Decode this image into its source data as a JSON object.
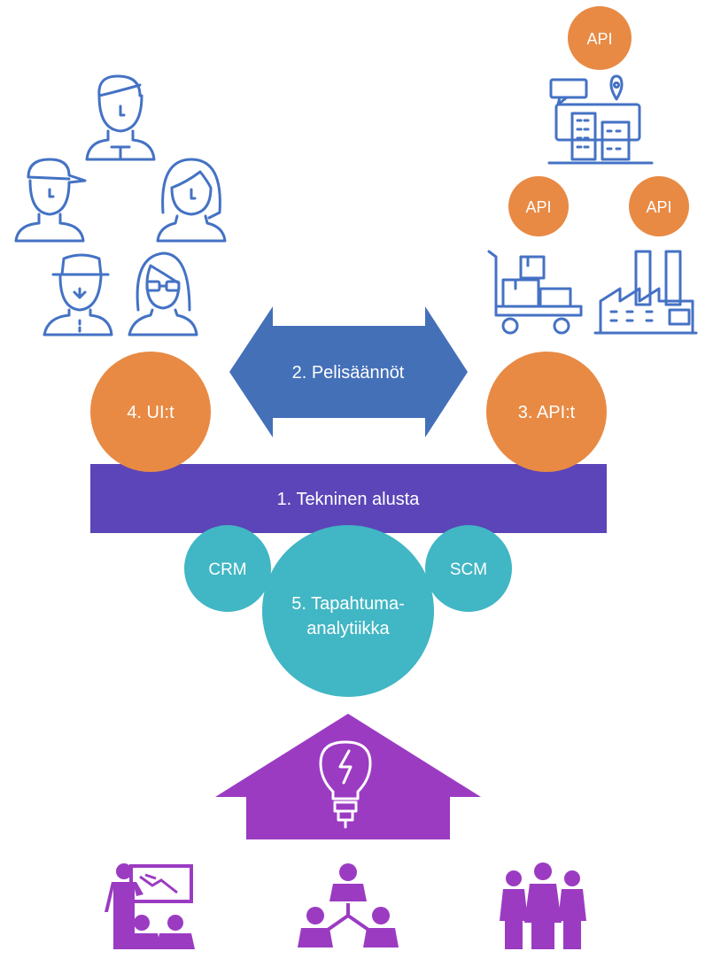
{
  "colors": {
    "orange": "#e88a44",
    "blue_arrow": "#4470b8",
    "indigo_bar": "#5b45b8",
    "teal": "#41b6c4",
    "purple": "#9b3bc2",
    "icon_outline": "#4472c4",
    "label_text": "#ffffff"
  },
  "platform": {
    "label": "1. Tekninen alusta"
  },
  "rules_arrow": {
    "label": "2. Pelisäännöt"
  },
  "apis_circle": {
    "label": "3. API:t"
  },
  "uis_circle": {
    "label": "4. UI:t"
  },
  "analytics": {
    "line1": "5. Tapahtuma-",
    "line2": "analytiikka"
  },
  "crm_circle": {
    "label": "CRM"
  },
  "scm_circle": {
    "label": "SCM"
  },
  "api_badges": [
    {
      "label": "API"
    },
    {
      "label": "API"
    },
    {
      "label": "API"
    }
  ],
  "icons": {
    "users": [
      "man-icon",
      "cap-boy-icon",
      "woman-icon",
      "hat-man-icon",
      "glasses-woman-icon"
    ],
    "systems": [
      "city-location-icon",
      "trolley-boxes-icon",
      "factory-icon"
    ],
    "house": "lightbulb-house-icon",
    "people": [
      "presentation-team-icon",
      "org-hierarchy-icon",
      "group-people-icon"
    ]
  }
}
